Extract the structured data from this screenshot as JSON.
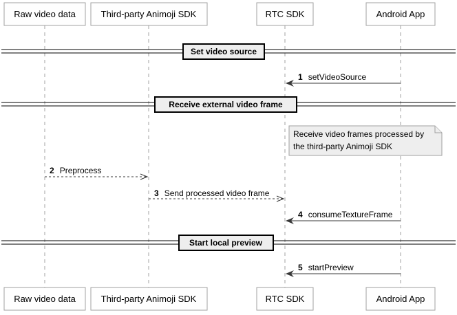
{
  "participants": [
    {
      "id": "raw",
      "label": "Raw video data"
    },
    {
      "id": "sdk3p",
      "label": "Third-party Animoji SDK"
    },
    {
      "id": "rtc",
      "label": "RTC SDK"
    },
    {
      "id": "app",
      "label": "Android App"
    }
  ],
  "dividers": [
    {
      "label": "Set video source"
    },
    {
      "label": "Receive external video frame"
    },
    {
      "label": "Start local preview"
    }
  ],
  "note": {
    "lines": [
      "Receive video frames processed by",
      "the third-party Animoji SDK"
    ]
  },
  "messages": [
    {
      "number": "1",
      "label": "setVideoSource",
      "from": "app",
      "to": "rtc",
      "style": "solid"
    },
    {
      "number": "2",
      "label": "Preprocess",
      "from": "raw",
      "to": "sdk3p",
      "style": "dashed"
    },
    {
      "number": "3",
      "label": "Send processed video frame",
      "from": "sdk3p",
      "to": "rtc",
      "style": "dashed"
    },
    {
      "number": "4",
      "label": "consumeTextureFrame",
      "from": "app",
      "to": "rtc",
      "style": "solid"
    },
    {
      "number": "5",
      "label": "startPreview",
      "from": "app",
      "to": "rtc",
      "style": "solid"
    }
  ]
}
